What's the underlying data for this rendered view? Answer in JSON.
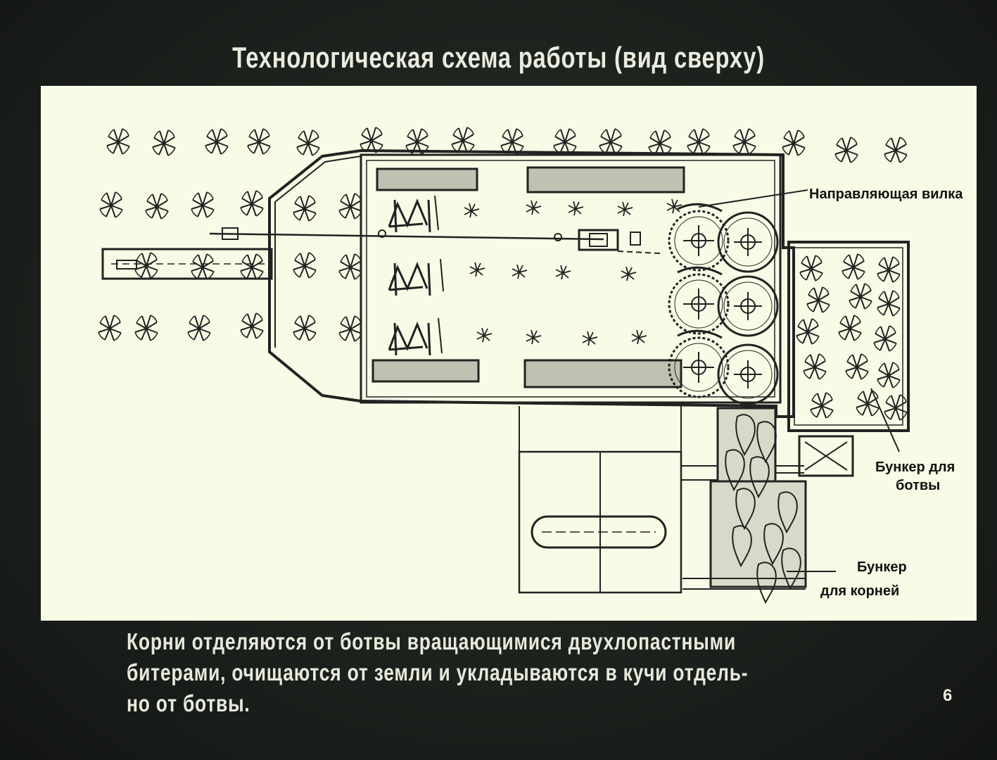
{
  "title": "Технологическая схема работы (вид сверху)",
  "labels": {
    "guide_fork": "Направляющая вилка",
    "tops_bunker_1": "Бункер для",
    "tops_bunker_2": "ботвы",
    "roots_bunker_1": "Бункер",
    "roots_bunker_2": "для корней"
  },
  "caption": [
    "Корни отделяются от ботвы вращающимися двухлопастными",
    "битерами, очищаются от земли и укладываются в кучи отдель-",
    "но от ботвы."
  ],
  "page_number": "6",
  "colors": {
    "background": "#1b201c",
    "panel": "#f8fbe6",
    "ink": "#1a1a1a",
    "text": "#e9ecdf"
  }
}
